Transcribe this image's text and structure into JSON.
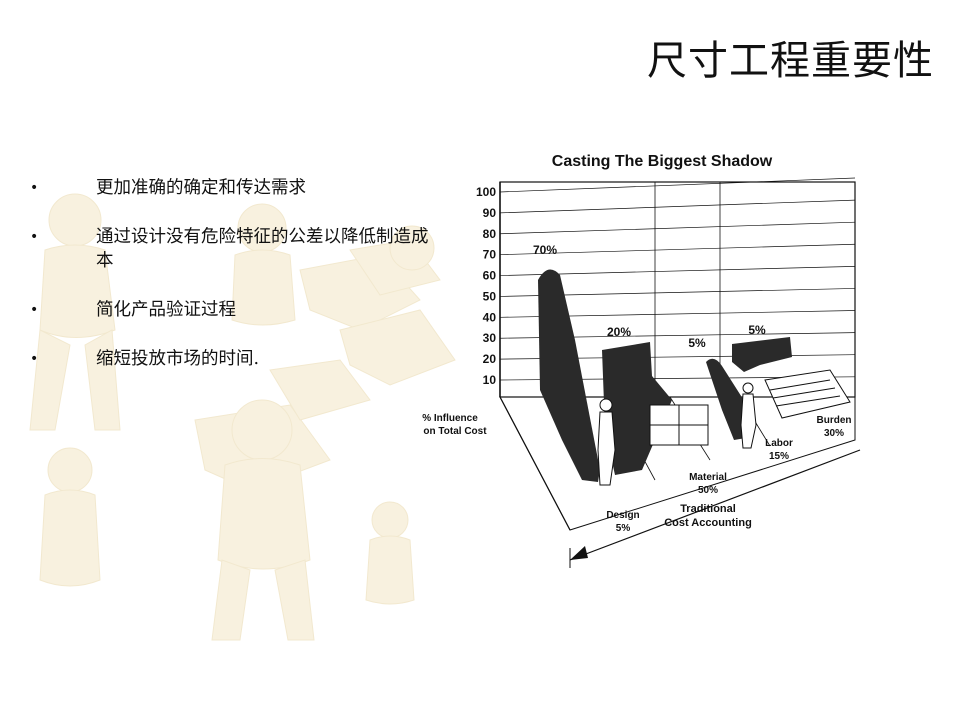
{
  "slide": {
    "title": "尺寸工程重要性"
  },
  "bullets": [
    {
      "marker": "•",
      "text": "更加准确的确定和传达需求"
    },
    {
      "marker": "•",
      "text": "通过设计没有危险特征的公差以降低制造成本"
    },
    {
      "marker": "•",
      "text": "简化产品验证过程"
    },
    {
      "marker": "•",
      "text": "缩短投放市场的时间."
    }
  ],
  "colors": {
    "figure_fill": "#f3e7c6",
    "figure_stroke": "#e8d7a8",
    "shadow": "#2a2a2a"
  },
  "illustration": {
    "title": "Casting The Biggest Shadow",
    "y_ticks": [
      100,
      90,
      80,
      70,
      60,
      50,
      40,
      30,
      20,
      10
    ],
    "y_axis_label_line1": "% Influence",
    "y_axis_label_line2": "on Total Cost",
    "influence": [
      {
        "label": "70%",
        "value": 70
      },
      {
        "label": "20%",
        "value": 20
      },
      {
        "label": "5%",
        "value": 5
      },
      {
        "label": "5%",
        "value": 5
      }
    ],
    "categories": [
      {
        "name": "Design",
        "pct": "5%"
      },
      {
        "name": "Material",
        "pct": "50%"
      },
      {
        "name": "Labor",
        "pct": "15%"
      },
      {
        "name": "Burden",
        "pct": "30%"
      }
    ],
    "axis_label_line1": "Traditional",
    "axis_label_line2": "Cost Accounting"
  }
}
